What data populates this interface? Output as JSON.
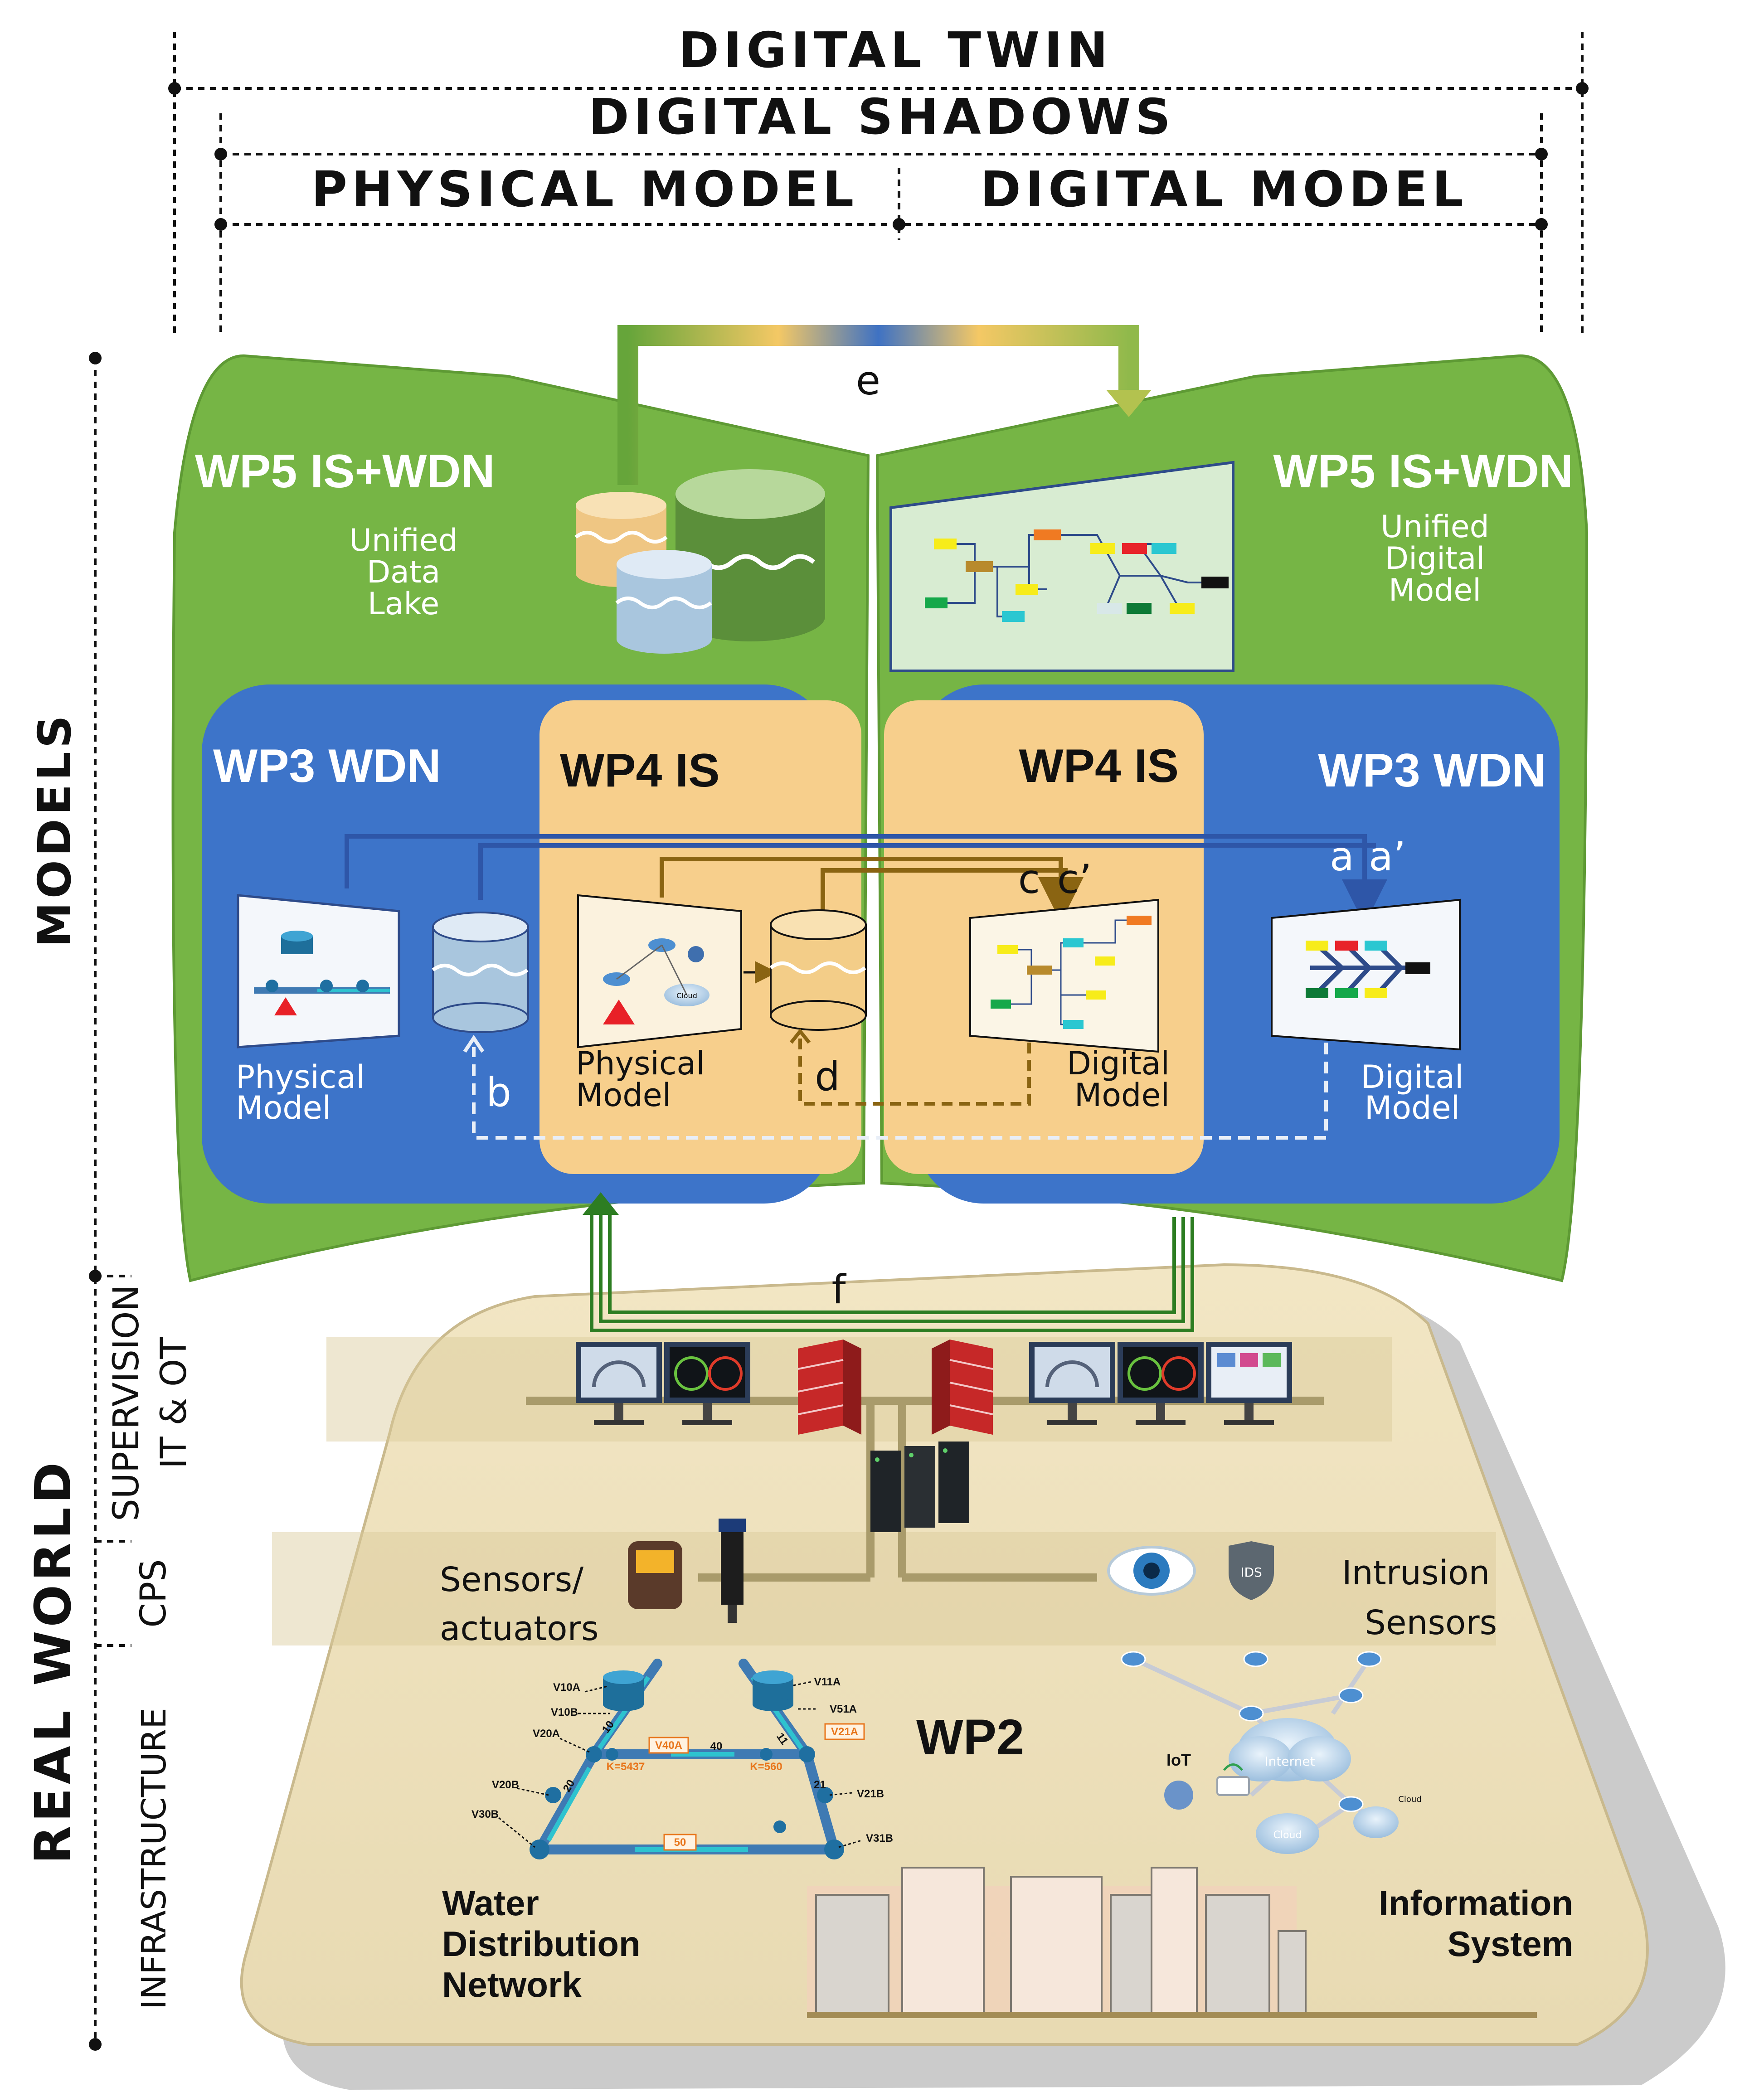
{
  "titles": {
    "digital_twin": "DIGITAL TWIN",
    "digital_shadows": "DIGITAL SHADOWS",
    "physical_model": "PHYSICAL MODEL",
    "digital_model": "DIGITAL MODEL"
  },
  "side_labels": {
    "models": "MODELS",
    "real_world": "REAL WORLD",
    "supervision_1": "SUPERVISION",
    "supervision_2": "IT & OT",
    "cps": "CPS",
    "infrastructure": "INFRASTRUCTURE"
  },
  "wp5_left": {
    "title": "WP5 IS+WDN",
    "line1": "Unified",
    "line2": "Data",
    "line3": "Lake"
  },
  "wp5_right": {
    "title": "WP5 IS+WDN",
    "line1": "Unified",
    "line2": "Digital",
    "line3": "Model"
  },
  "wp3_left": {
    "title": "WP3 WDN",
    "model_line1": "Physical",
    "model_line2": "Model"
  },
  "wp3_right": {
    "title": "WP3  WDN",
    "model_line1": "Digital",
    "model_line2": "Model"
  },
  "wp4_left": {
    "title": "WP4 IS",
    "model_line1": "Physical",
    "model_line2": "Model"
  },
  "wp4_right": {
    "title": "WP4 IS",
    "model_line1": "Digital",
    "model_line2": "Model"
  },
  "flow_labels": {
    "a": "a",
    "a_prime": "a’",
    "b": "b",
    "c": "c",
    "c_prime": "c’",
    "d": "d",
    "e": "e",
    "f": "f"
  },
  "real_world": {
    "sensors_1": "Sensors/",
    "sensors_2": "actuators",
    "intrusion_1": "Intrusion",
    "intrusion_2": "Sensors",
    "wp2": "WP2",
    "wdn_1": "Water",
    "wdn_2": "Distribution",
    "wdn_3": "Network",
    "is_1": "Information",
    "is_2": "System",
    "iot": "IoT",
    "internet": "Internet",
    "cloud": "Cloud",
    "cloud_small": "Cloud",
    "cloud_model": "Cloud",
    "ids": "IDS"
  },
  "network": {
    "valves": [
      "V10A",
      "V10B",
      "V20A",
      "V20B",
      "V30B",
      "V11A",
      "V51A",
      "V21B",
      "V31B"
    ],
    "pipe_labels": [
      "10",
      "20",
      "40",
      "21",
      "11"
    ],
    "boxes": [
      "V40A",
      "V21A",
      "50"
    ],
    "k_labels": [
      "K=5437",
      "K=560"
    ]
  },
  "colors": {
    "green_panel": "#76b545",
    "blue_panel": "#3d74c9",
    "orange_panel": "#f7cf8c",
    "ground": "#efe4c2",
    "arrow_blue": "#2e56a8",
    "arrow_brown": "#8a6412",
    "arrow_green": "#2d7d22"
  },
  "icons": [
    "database-icon",
    "flowchart-icon",
    "router-icon",
    "firewall-icon",
    "monitor-icon",
    "server-icon",
    "eye-icon",
    "shield-icon",
    "cloud-icon",
    "building-icon",
    "valve-icon"
  ]
}
